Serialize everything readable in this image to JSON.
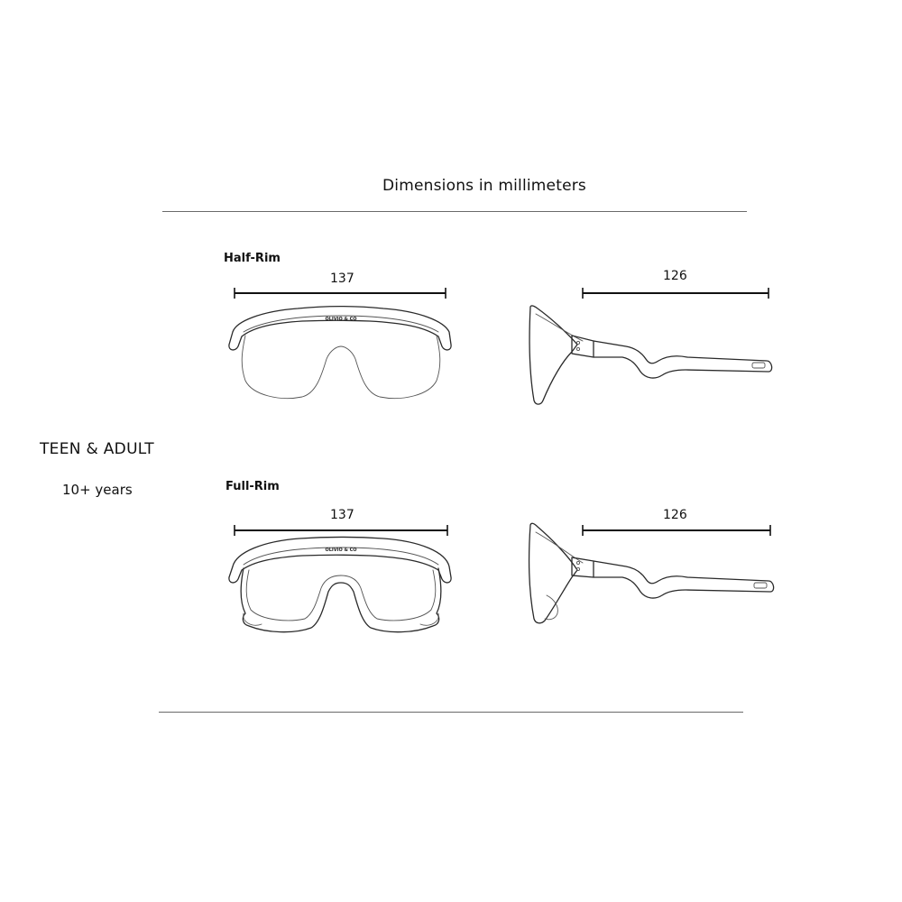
{
  "header": {
    "title": "Dimensions in millimeters"
  },
  "audience": {
    "label": "TEEN & ADULT",
    "age": "10+ years"
  },
  "variants": [
    {
      "name": "Half-Rim",
      "front_width": "137",
      "temple_length": "126",
      "logo": "OLIVIO & CO"
    },
    {
      "name": "Full-Rim",
      "front_width": "137",
      "temple_length": "126",
      "logo": "OLIVIO & CO"
    }
  ]
}
